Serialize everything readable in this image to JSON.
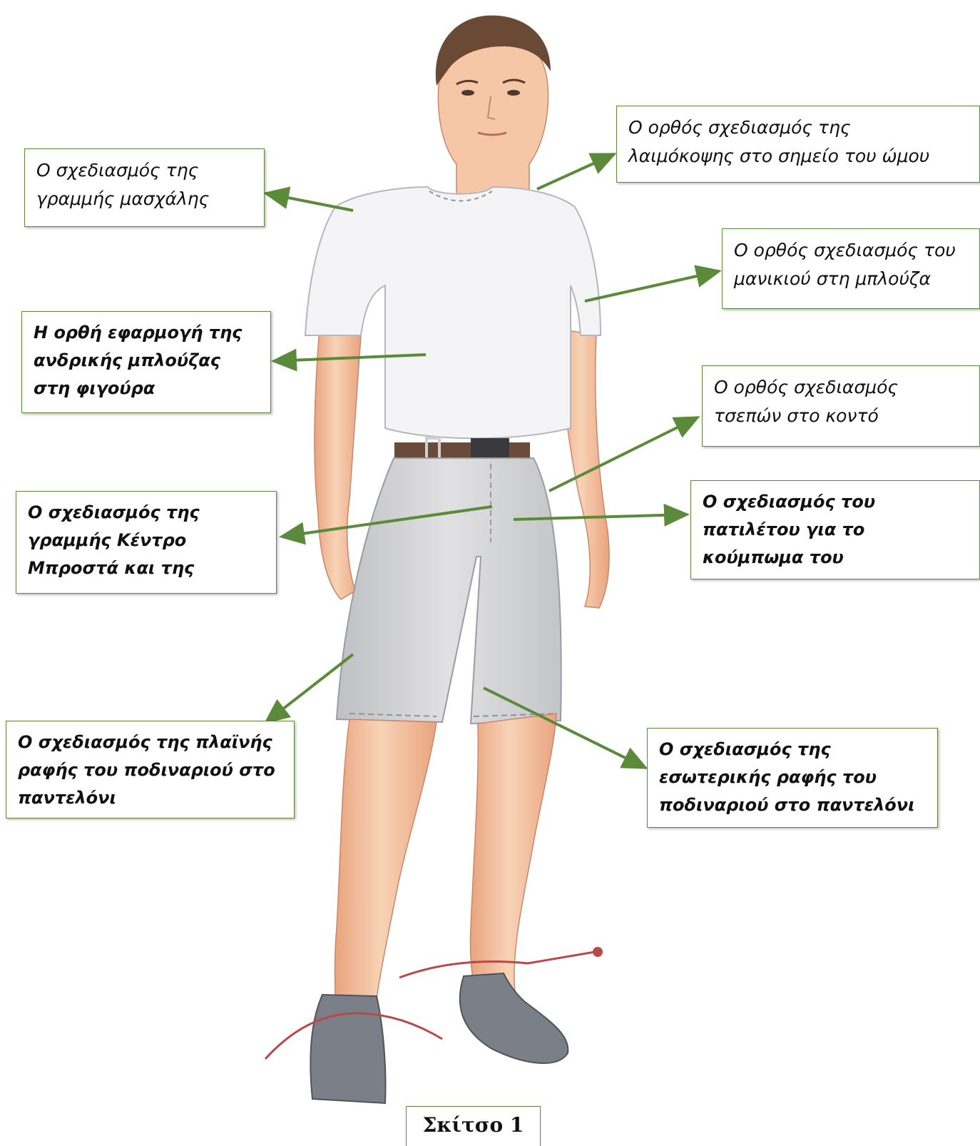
{
  "callouts": {
    "armhole": {
      "lines": [
        "Ο σχεδιασμός της",
        "γραμμής μασχάλης"
      ]
    },
    "neckline": {
      "lines": [
        "Ο ορθός σχεδιασμός της",
        "λαιμόκοψης στο σημείο του ώμου"
      ]
    },
    "sleeve": {
      "lines": [
        "Ο ορθός σχεδιασμός του",
        "μανικιού στη μπλούζα"
      ]
    },
    "tshirt_fit": {
      "lines": [
        "Η ορθή εφαρμογή της",
        "ανδρικής μπλούζας",
        "στη φιγούρα"
      ]
    },
    "pockets": {
      "lines": [
        "Ο ορθός σχεδιασμός",
        "τσεπών στο κοντό"
      ]
    },
    "center_front": {
      "lines": [
        "Ο σχεδιασμός της",
        "γραμμής Κέντρο",
        "Μπροστά  και της"
      ]
    },
    "fly": {
      "lines": [
        "Ο σχεδιασμός του",
        "πατιλέτου για το",
        "κούμπωμα του"
      ]
    },
    "side_seam": {
      "lines": [
        "Ο σχεδιασμός της πλαϊνής",
        "ραφής του ποδιναριού στο",
        "παντελόνι"
      ]
    },
    "inseam": {
      "lines": [
        "Ο σχεδιασμός της",
        "εσωτερικής ραφής του",
        "ποδιναριού στο παντελόνι"
      ]
    }
  },
  "caption": "Σκίτσο 1",
  "colors": {
    "arrow": "#5a8a3a",
    "box_border": "#5a8a3a",
    "skin": "#f6c7a6",
    "skin_shade": "#e9a47f",
    "shirt": "#f4f4f6",
    "shorts": "#d3d3d5",
    "shoes": "#7a7f88",
    "hair": "#6b4a35",
    "laces": "#b8484a",
    "belt": "#6a4a3a"
  }
}
